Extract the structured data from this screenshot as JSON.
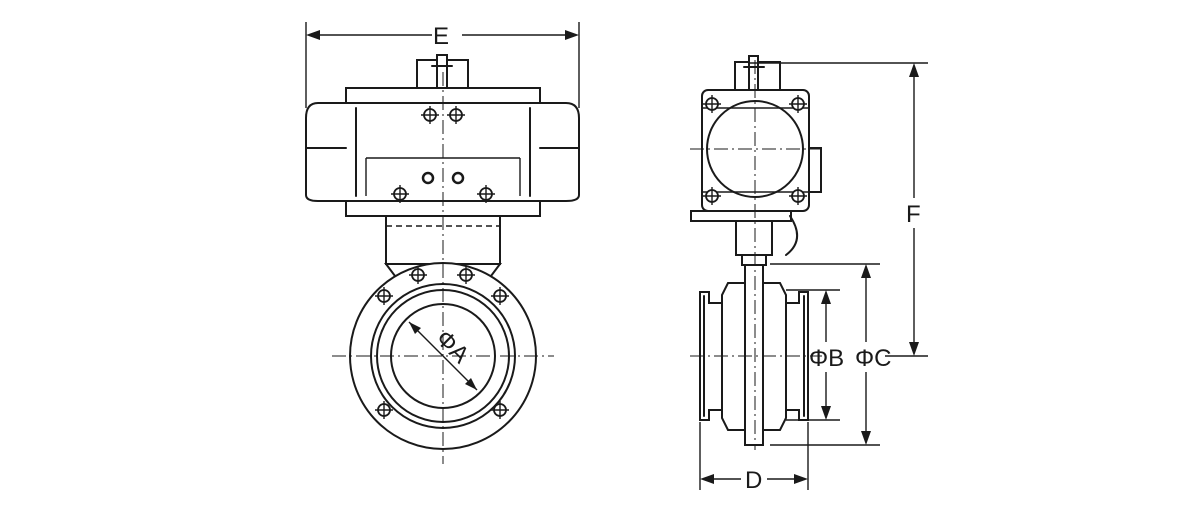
{
  "dimensions": {
    "diameter_a": "ΦA",
    "diameter_b": "ΦB",
    "diameter_c": "ΦC",
    "width_d": "D",
    "width_e": "E",
    "height_f": "F"
  },
  "icons": [
    "bolt-icon"
  ]
}
